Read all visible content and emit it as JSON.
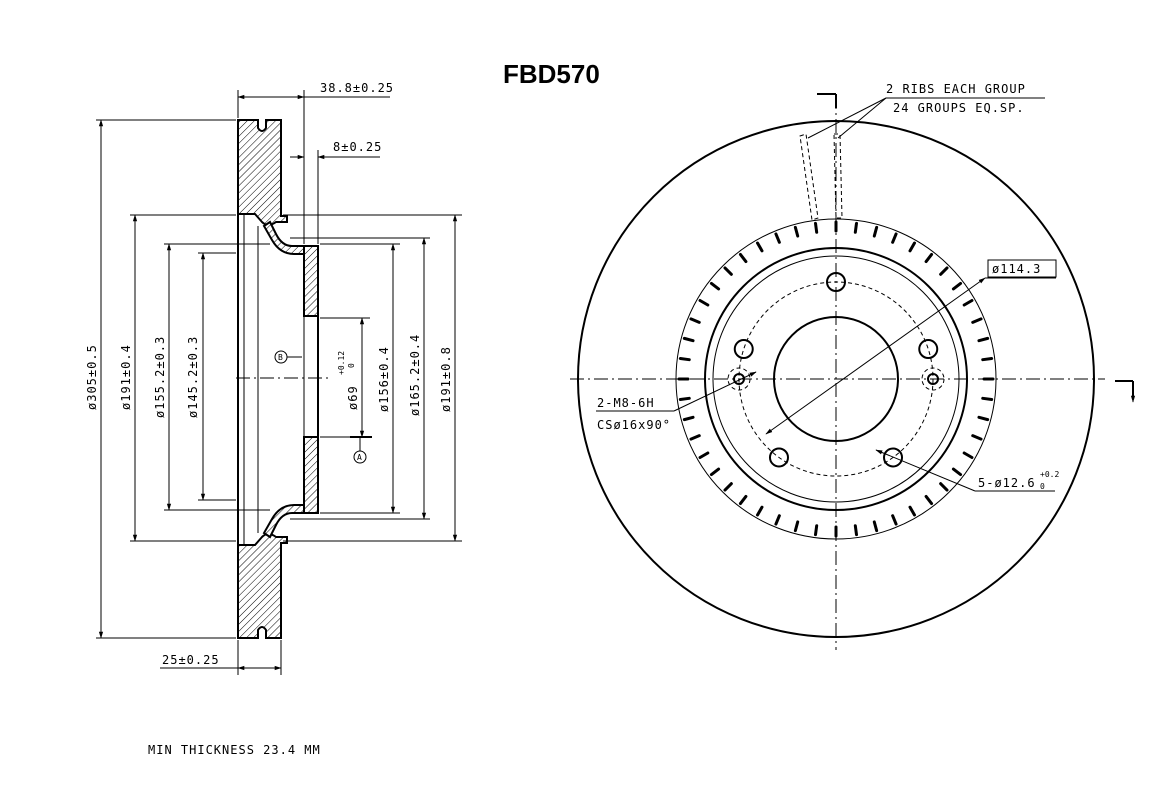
{
  "title": "FBD570",
  "side_view": {
    "dims": {
      "overall_width": "38.8±0.25",
      "hat_thickness": "8±0.25",
      "disc_thickness": "25±0.25",
      "outer_diameter": "ø305±0.5",
      "d191_left": "ø191±0.4",
      "d155": "ø155.2±0.3",
      "d145": "ø145.2±0.3",
      "d69": "ø69",
      "d69_tol_upper": "+0.12",
      "d69_tol_lower": "0",
      "d156": "ø156±0.4",
      "d165": "ø165.2±0.4",
      "d191_right": "ø191±0.8"
    },
    "datum_b": "B",
    "datum_a": "A"
  },
  "front_view": {
    "ribs_note_line1": "2 RIBS EACH GROUP",
    "ribs_note_line2": "24 GROUPS EQ.SP.",
    "pcd": "ø114.3",
    "thread_line1": "2-M8-6H",
    "thread_line2": "CSø16x90°",
    "holes": "5-ø12.6",
    "holes_tol_upper": "+0.2",
    "holes_tol_lower": "0"
  },
  "min_thickness": "MIN THICKNESS 23.4 MM"
}
